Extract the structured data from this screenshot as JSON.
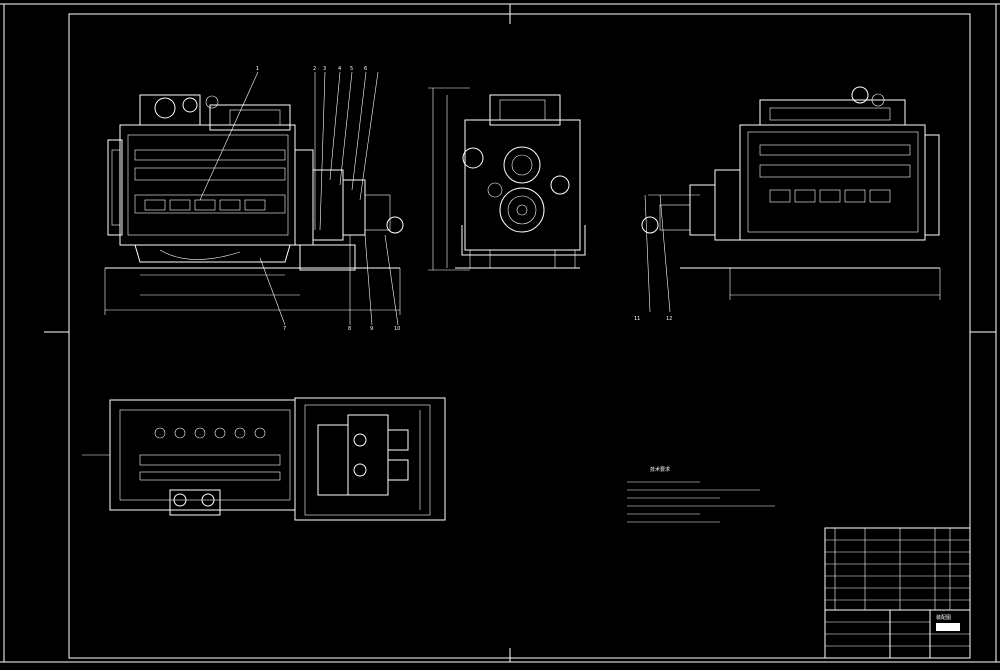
{
  "drawing": {
    "background": "#000000",
    "line_color": "#ffffff",
    "views": [
      "front-view",
      "end-view",
      "rear-view",
      "top-view"
    ],
    "balloons_front": [
      "1",
      "2",
      "3",
      "4",
      "5",
      "6",
      "7",
      "8",
      "9",
      "10"
    ],
    "balloons_rear": [
      "11",
      "12"
    ],
    "tech_req_title": "技术要求",
    "title_block_title": "装配图"
  }
}
